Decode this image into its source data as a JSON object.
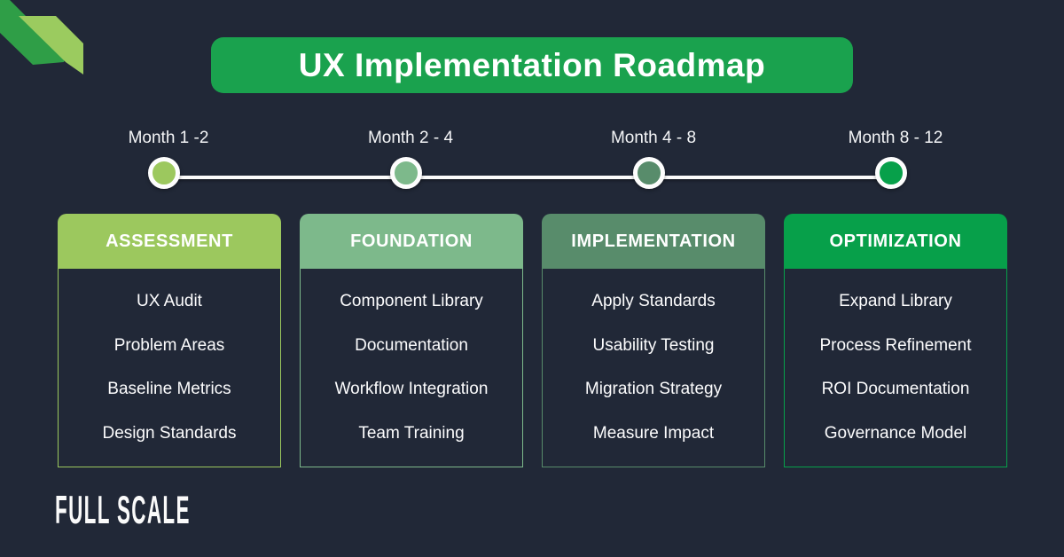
{
  "title": "UX Implementation Roadmap",
  "logo_text": "FULL SCALE",
  "colors": {
    "background": "#212837",
    "banner_green": "#1aa24e",
    "timeline_line": "#fbfbfb",
    "ribbon_dark_green": "#2f9e47",
    "ribbon_light_green": "#9bcb5f",
    "text_white": "#ffffff"
  },
  "phases": [
    {
      "month_label": "Month 1 -2",
      "header": "ASSESSMENT",
      "color": "#9cc85e",
      "items": [
        "UX Audit",
        "Problem Areas",
        "Baseline Metrics",
        "Design Standards"
      ]
    },
    {
      "month_label": "Month 2 - 4",
      "header": "FOUNDATION",
      "color": "#7db98b",
      "items": [
        "Component Library",
        "Documentation",
        "Workflow Integration",
        "Team Training"
      ]
    },
    {
      "month_label": "Month 4 - 8",
      "header": "IMPLEMENTATION",
      "color": "#588c6b",
      "items": [
        "Apply Standards",
        "Usability Testing",
        "Migration Strategy",
        "Measure Impact"
      ]
    },
    {
      "month_label": "Month 8 - 12",
      "header": "OPTIMIZATION",
      "color": "#07a04a",
      "items": [
        "Expand Library",
        "Process Refinement",
        "ROI Documentation",
        "Governance Model"
      ]
    }
  ]
}
